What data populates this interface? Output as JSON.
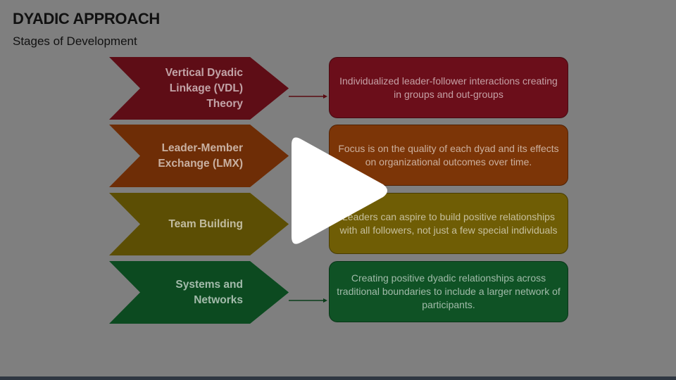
{
  "header": {
    "title": "DYADIC APPROACH",
    "subtitle": "Stages of Development"
  },
  "stages": [
    {
      "label": "Vertical Dyadic Linkage (VDL) Theory",
      "description": "Individualized leader-follower interactions creating in groups and out-groups",
      "color": "#5e0d16",
      "accent": "#7a0f1c",
      "box_color": "#6b0e1a"
    },
    {
      "label": "Leader-Member Exchange (LMX)",
      "description": "Focus is on the quality of each dyad and its effects on organizational outcomes over time.",
      "color": "#6e2d06",
      "accent": "#8a3a08",
      "box_color": "#7c3507"
    },
    {
      "label": "Team Building",
      "description": "Leaders can aspire to build positive relationships with all followers, not just a few special individuals",
      "color": "#5c4e04",
      "accent": "#756306",
      "box_color": "#6f5d05"
    },
    {
      "label": "Systems and Networks",
      "description": "Creating positive dyadic relationships across traditional boundaries to include a larger network of participants.",
      "color": "#0c4a20",
      "accent": "#0f5e28",
      "box_color": "#0f5225"
    }
  ],
  "overlay": {
    "play_icon": "play-icon"
  }
}
